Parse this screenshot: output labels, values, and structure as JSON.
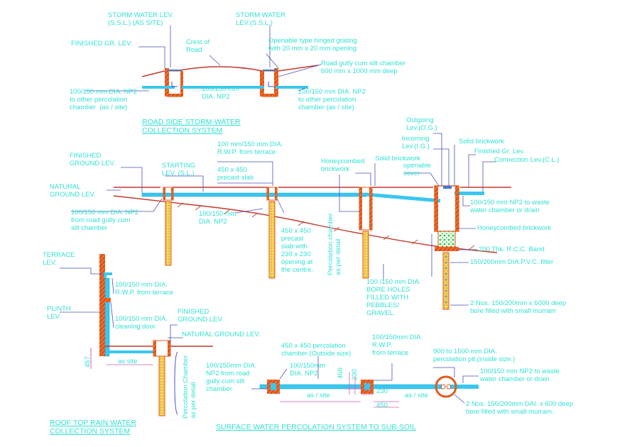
{
  "colors": {
    "text": "#33e0d4",
    "leader": "#4a50b8",
    "wall": "#e05a1e",
    "ground": "#c0392b",
    "pipe": "#39c7f0",
    "filter": "#f0c14a",
    "pebbles": "#2ecc40",
    "dimension": "#d35eb5"
  },
  "road_side": {
    "title": "ROAD SIDE STORM-WATER\nCOLLECTION SYSTEM",
    "storm_water_lev_site": "STORM WATER LEV.\n(S.S.L.) (AS SITE)",
    "storm_water_lev": "STORM WATER\nLEV.(S.S.L.)",
    "finished_gr_lev": "FINISHED GR. LEV.",
    "crest_of_road": "Crest of\nRoad",
    "grating": "Openable type hinged grating\nwith 20 mm x 20 mm opening",
    "gully_chamber": "Road gully cum silt chamber\n600 mm x 1000 mm deep",
    "pipe_left": "100/150 mm DIA. NP2\nto other percolation\nchamber  (as / site)",
    "pipe_center": "100/150 mm\nDIA. NP2",
    "pipe_right": "100/150 mm DIA. NP2\nto other percolation\nchamber (as / site)"
  },
  "section": {
    "finished_ground_lev": "FINISHED\nGROUND LEV.",
    "natural_ground_lev": "NATURAL\nGROUND LEV.",
    "starting_lev": "STARTING\nLEV. (S.L.)",
    "rwp_from_terrace": "100 mm/150 mm DIA.\nR.W.P. from terrace",
    "precast_slab": "450 x 450\nprecast slab",
    "pipe_from_gully": "100/150 mm DIA. NP2\nfrom road gully cum\nsilt chamber",
    "pipe_np2": "100/150 mm\nDIA. NP2",
    "precast_slab_opening": "450 x 450\nprecast\nslab with\n230 x 230\nopening at\nthe centre.",
    "honeycombed_brickwork": "Honeycombed\nbrickwork",
    "solid_brickwork_center": "Solid brickwork",
    "percolation_chamber_vertical": "Percolation chamber\nas per detail",
    "bore_holes": "100 /150 mm DIA.\nBORE HOLES\nFILLED WITH\nPEBBLES/\nGRAVEL.",
    "outgoing_lev": "Outgoing\nLev.(O.G.)",
    "incoming_lev": "Incoming\nLev.(I.G.)",
    "solid_brickwork_right": "Solid brickwork",
    "finished_gr_lev": "Finished Gr. Lev.",
    "connection_lev": "Connection Lev.(C.L.)",
    "openable_cover": "openable\ncover",
    "to_waste_chamber": "100/150 mm NP2 to waste\nwater chamber or drain",
    "honeycombed_brickwork_right": "Honeycombed brickwork",
    "rcc_band": "200 Thk. R.C.C. Band",
    "pvc_filter": "150/200mm DIA.P.V.C. filter",
    "bore_note": "2 Nos. 150/200mm x 6000 deep\nbore filled with small murram"
  },
  "roof_top": {
    "title": "ROOF TOP RAIN WATER\nCOLLECTION SYSTEM",
    "terrace_lev": "TERRACE\nLEV.",
    "plinth_lev": "PLINTH\nLEV.",
    "rwp_from_terrace": "100/150 mm DIA.\nR.W.P. from terrace",
    "cleaning_door": "100/150 mm DIA.\ncleaning door",
    "finished_ground_lev": "FINISHED\nGROUND LEV.",
    "natural_ground_lev": "NATURAL GROUND LEV.",
    "as_site": "as site",
    "dim_457": "457",
    "percolation_chamber_vertical": "Percolation Chamber\nas per detail"
  },
  "surface": {
    "title": "SURFACE WATER PERCOLATION SYSTEM TO SUB-SOIL",
    "chamber_size": "450 x 450 percolation\nchamber (Outside size)",
    "pipe_np2": "100/150mm\nDIA. NP2",
    "pipe_from_gully": "100/150mm DIA.\nNP2 from road\ngully cum silt\nchamber",
    "rwp_from_terrace": "100/150mm DIA.\nR.W.P.\nfrom terrace",
    "dim_450_vertical": "450",
    "dim_230_vertical": "230",
    "dim_230": "230",
    "dim_450": "450",
    "as_site_1": "as / site",
    "as_site_2": "as / site",
    "pit_size": "900 to 1500 mm DIA.\npercolation pit.(inside size.)",
    "to_waste_chamber": "100/150 mm NP2 to waste\nwater chamber or drain",
    "bore_note": "2 Nos. 150/200mm DAI. x 600 deep\nbore filled with small murram."
  }
}
